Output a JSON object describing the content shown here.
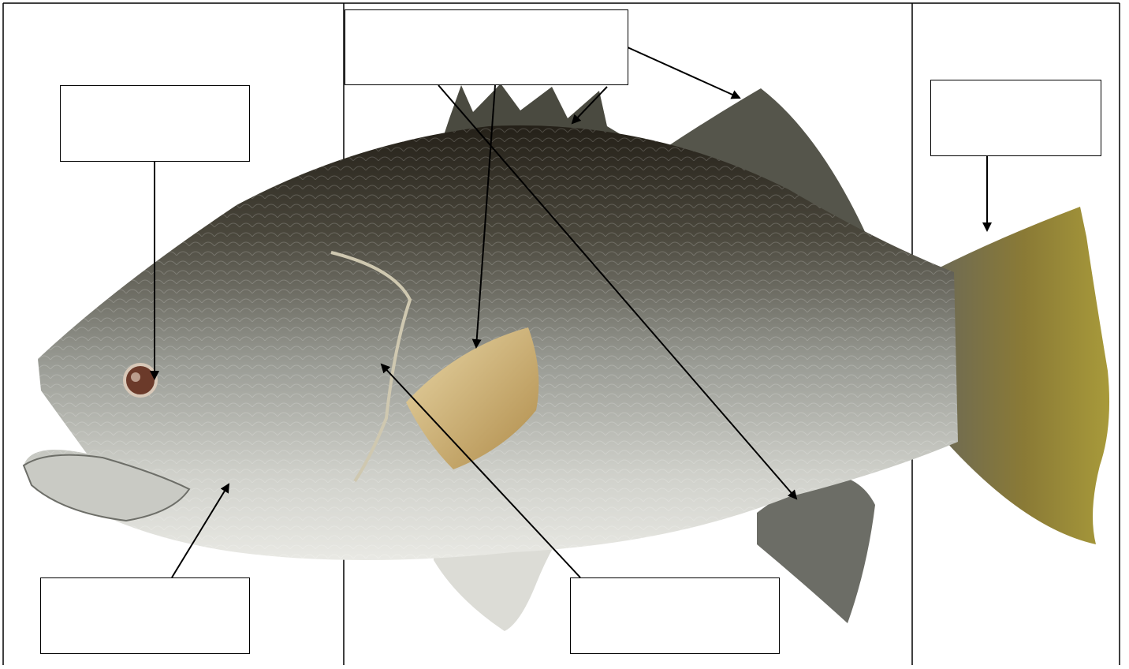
{
  "diagram": {
    "subject": "barramundi-fish",
    "colors": {
      "outline": "#000000",
      "background": "#ffffff",
      "fish_back": "#2f2b22",
      "fish_body": "#8c8e86",
      "fish_belly": "#e2e2dc",
      "fin_yellow": "#a58c3a",
      "pectoral": "#c8a866"
    },
    "labels": [
      {
        "id": "eye",
        "text": ""
      },
      {
        "id": "fins-top",
        "text": ""
      },
      {
        "id": "tail",
        "text": ""
      },
      {
        "id": "gill",
        "text": ""
      },
      {
        "id": "operculum",
        "text": ""
      }
    ]
  }
}
